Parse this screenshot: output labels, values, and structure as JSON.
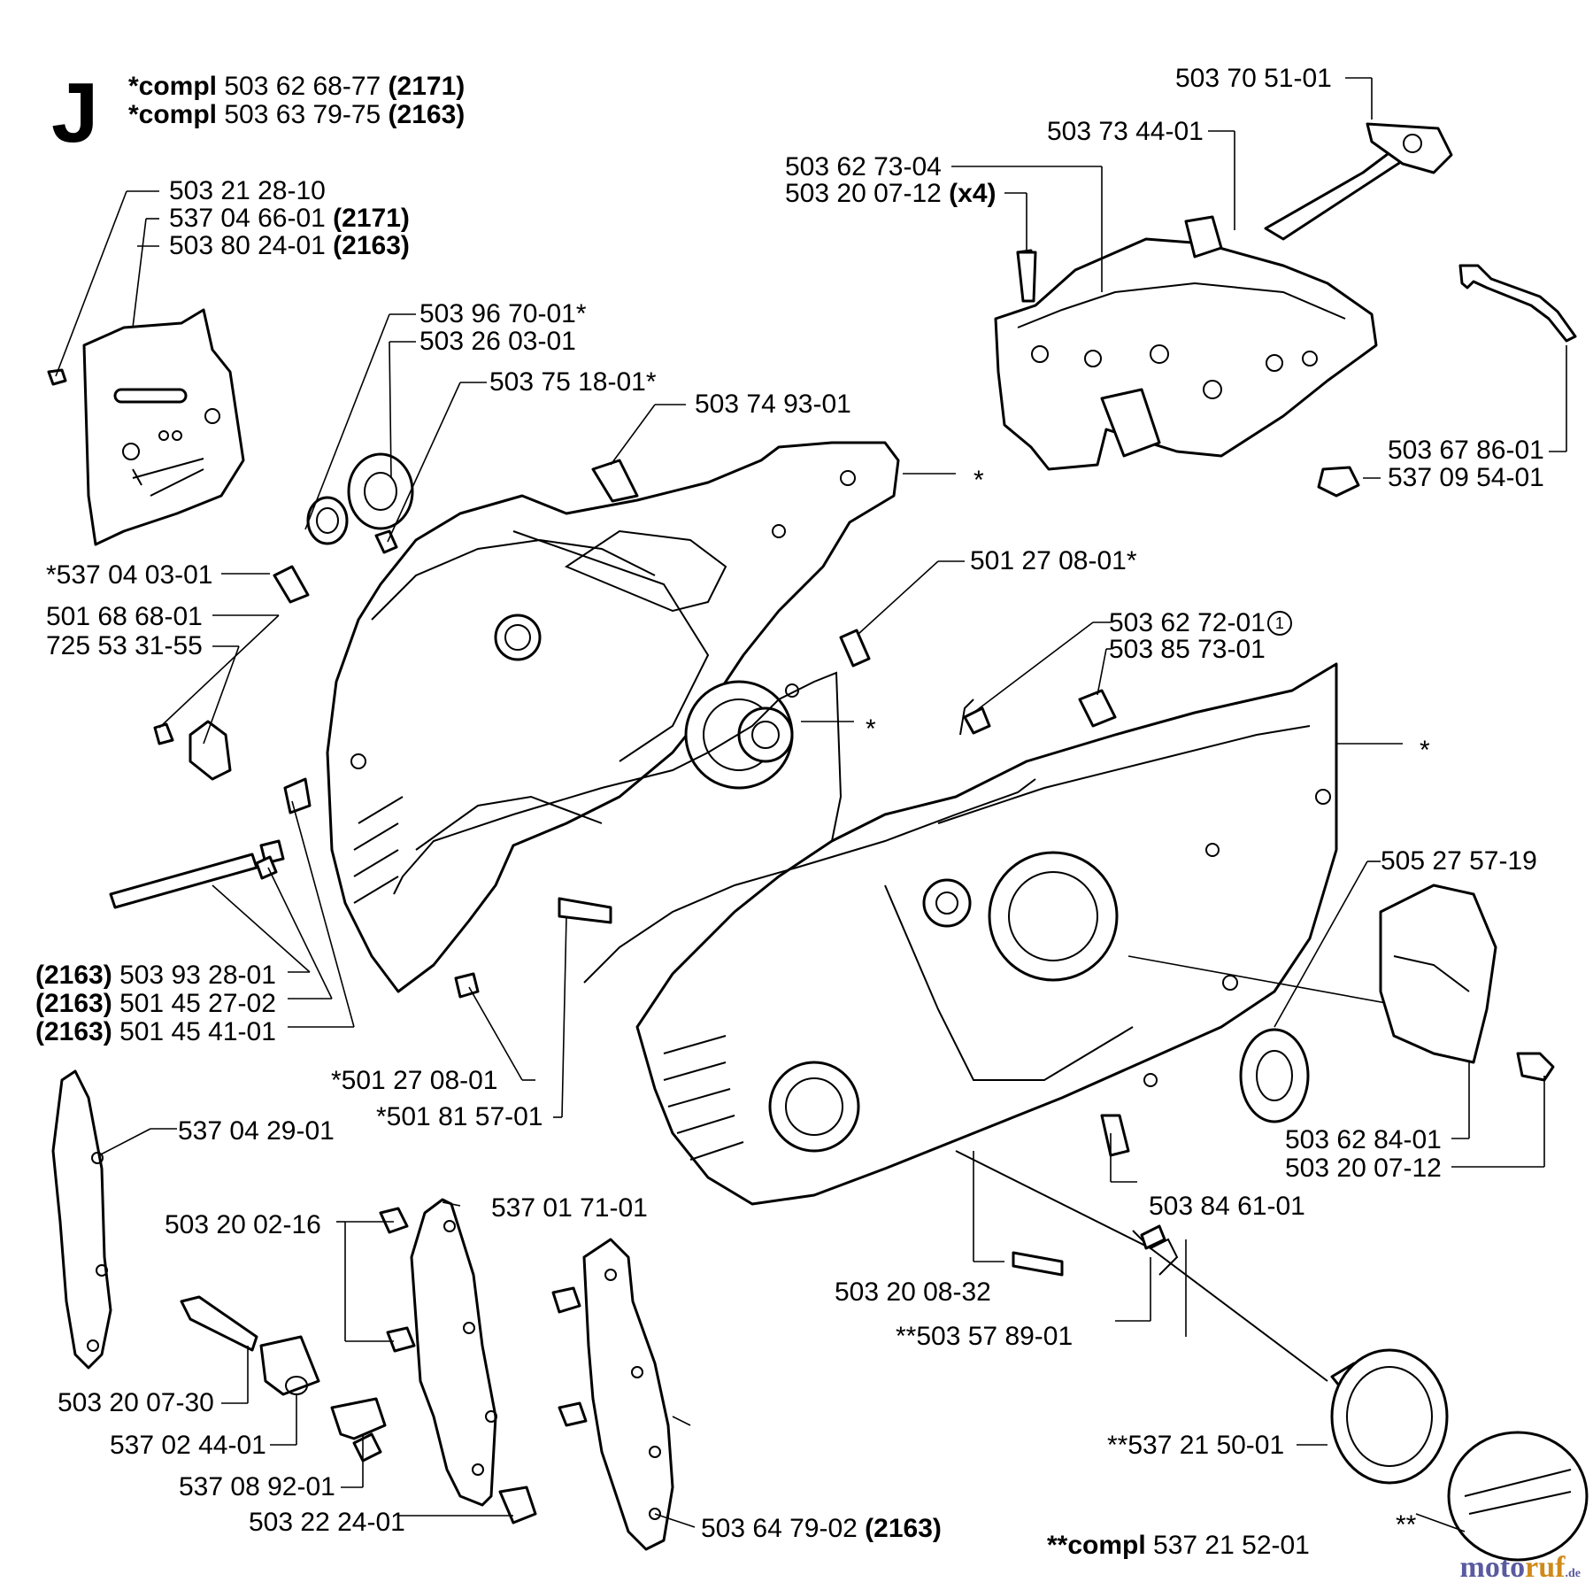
{
  "section_letter": "J",
  "compl_header": [
    {
      "prefix": "*compl",
      "number": "503 62 68-77",
      "model": "(2171)"
    },
    {
      "prefix": "*compl",
      "number": "503 63 79-75",
      "model": "(2163)"
    }
  ],
  "labels": {
    "l01": "503 70 51-01",
    "l02": "503 73 44-01",
    "l03": "503 62 73-04",
    "l04": "503 20 07-12",
    "l04_qty": "(x4)",
    "l05": "503 21 28-10",
    "l06": "537 04 66-01",
    "l06_model": "(2171)",
    "l07": "503 80 24-01",
    "l07_model": "(2163)",
    "l08": "503 96 70-01*",
    "l09": "503 26 03-01",
    "l10": "503 75 18-01*",
    "l11": "503 74 93-01",
    "l12": "*",
    "l13": "503 67 86-01",
    "l14": "537 09 54-01",
    "l15": "*537 04 03-01",
    "l16": "501 27 08-01*",
    "l17": "501 68 68-01",
    "l18": "725 53 31-55",
    "l19": "503 62 72-01",
    "l19_circle": "1",
    "l20": "503 85 73-01",
    "l21": "*",
    "l22": "*",
    "l23": "505 27 57-19",
    "l24_model": "(2163)",
    "l24": "503 93 28-01",
    "l25_model": "(2163)",
    "l25": "501 45 27-02",
    "l26_model": "(2163)",
    "l26": "501 45 41-01",
    "l27": "*501 27 08-01",
    "l28": "*501 81 57-01",
    "l29": "537 04 29-01",
    "l30": "503 62 84-01",
    "l31": "503 20 07-12",
    "l32": "503 84 61-01",
    "l33": "537 01 71-01",
    "l34": "503 20 02-16",
    "l35": "503 20 08-32",
    "l36": "**503 57 89-01",
    "l37": "503 20 07-30",
    "l38": "537 02 44-01",
    "l39": "**537 21 50-01",
    "l40": "537 08 92-01",
    "l41": "503 22 24-01",
    "l42": "503 64 79-02",
    "l42_model": "(2163)",
    "l43": "**",
    "compl_footer_prefix": "**compl",
    "compl_footer_number": "537 21 52-01"
  },
  "watermark": {
    "part1": "moto",
    "part2": "ruf",
    "domain": ".de"
  },
  "colors": {
    "ink": "#000000",
    "paper": "#ffffff",
    "logo_blue": "#5a5aa0",
    "logo_orange": "#d08a1a"
  }
}
